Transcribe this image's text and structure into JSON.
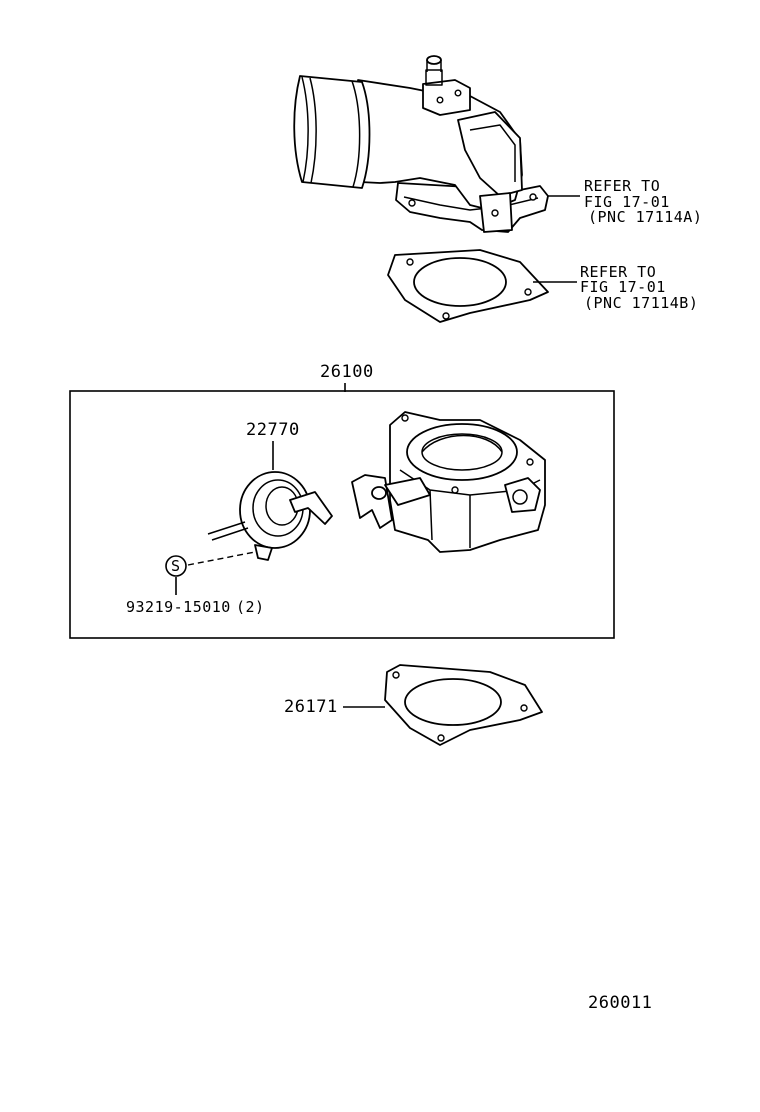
{
  "parts": {
    "outlet_ref": {
      "line1": "REFER TO",
      "line2": "FIG 17-01",
      "line3": "(PNC 17114A)"
    },
    "gasket_ref": {
      "line1": "REFER TO",
      "line2": "FIG 17-01",
      "line3": "(PNC 17114B)"
    },
    "throttle_body": "26100",
    "dashpot": "22770",
    "screw_symbol": "S",
    "screw": "93219-15010",
    "screw_qty": "(2)",
    "gasket": "26171"
  },
  "illustration_id": "260011"
}
